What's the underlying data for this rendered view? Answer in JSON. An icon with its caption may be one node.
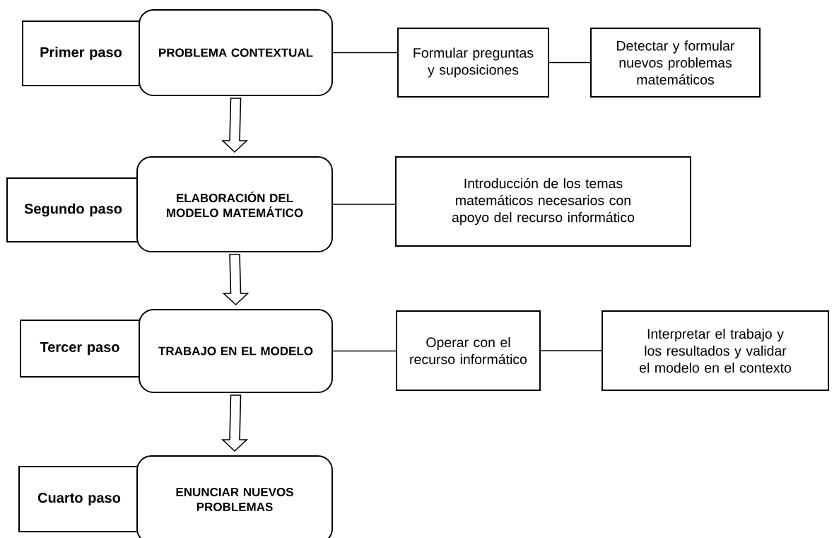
{
  "diagram": {
    "nodes": [
      {
        "text": [
          "Primer paso"
        ]
      },
      {
        "text": [
          "PROBLEMA CONTEXTUAL"
        ]
      },
      {
        "text": [
          "Formular preguntas y suposiciones"
        ]
      },
      {
        "text": [
          "Detectar y formular nuevos problemas matemáticos"
        ]
      },
      {
        "text": [
          "Segundo paso"
        ]
      },
      {
        "text": [
          "ELABORACIÓN DEL MODELO MATEMÁTICO"
        ]
      },
      {
        "text": [
          "Introducción de los temas matemáticos necesarios con apoyo del recurso informático"
        ]
      },
      {
        "text": [
          "Tercer paso"
        ]
      },
      {
        "text": [
          "TRABAJO EN EL MODELO"
        ]
      },
      {
        "text": [
          "Operar con el recurso informático"
        ]
      },
      {
        "text": [
          "Interpretar el trabajo y los resultados y validar el modelo en el contexto"
        ]
      },
      {
        "text": [
          "Cuarto paso"
        ]
      },
      {
        "text": [
          "ENUNCIAR NUEVOS PROBLEMAS"
        ]
      }
    ],
    "edges": [
      {
        "from": 1,
        "to": 2,
        "arrow": "none"
      },
      {
        "from": 2,
        "to": 3,
        "arrow": "none"
      },
      {
        "from": 1,
        "to": 5,
        "arrow": "to"
      },
      {
        "from": 5,
        "to": 6,
        "arrow": "none"
      },
      {
        "from": 5,
        "to": 8,
        "arrow": "to"
      },
      {
        "from": 8,
        "to": 9,
        "arrow": "none"
      },
      {
        "from": 9,
        "to": 10,
        "arrow": "none"
      },
      {
        "from": 8,
        "to": 12,
        "arrow": "to"
      }
    ]
  }
}
